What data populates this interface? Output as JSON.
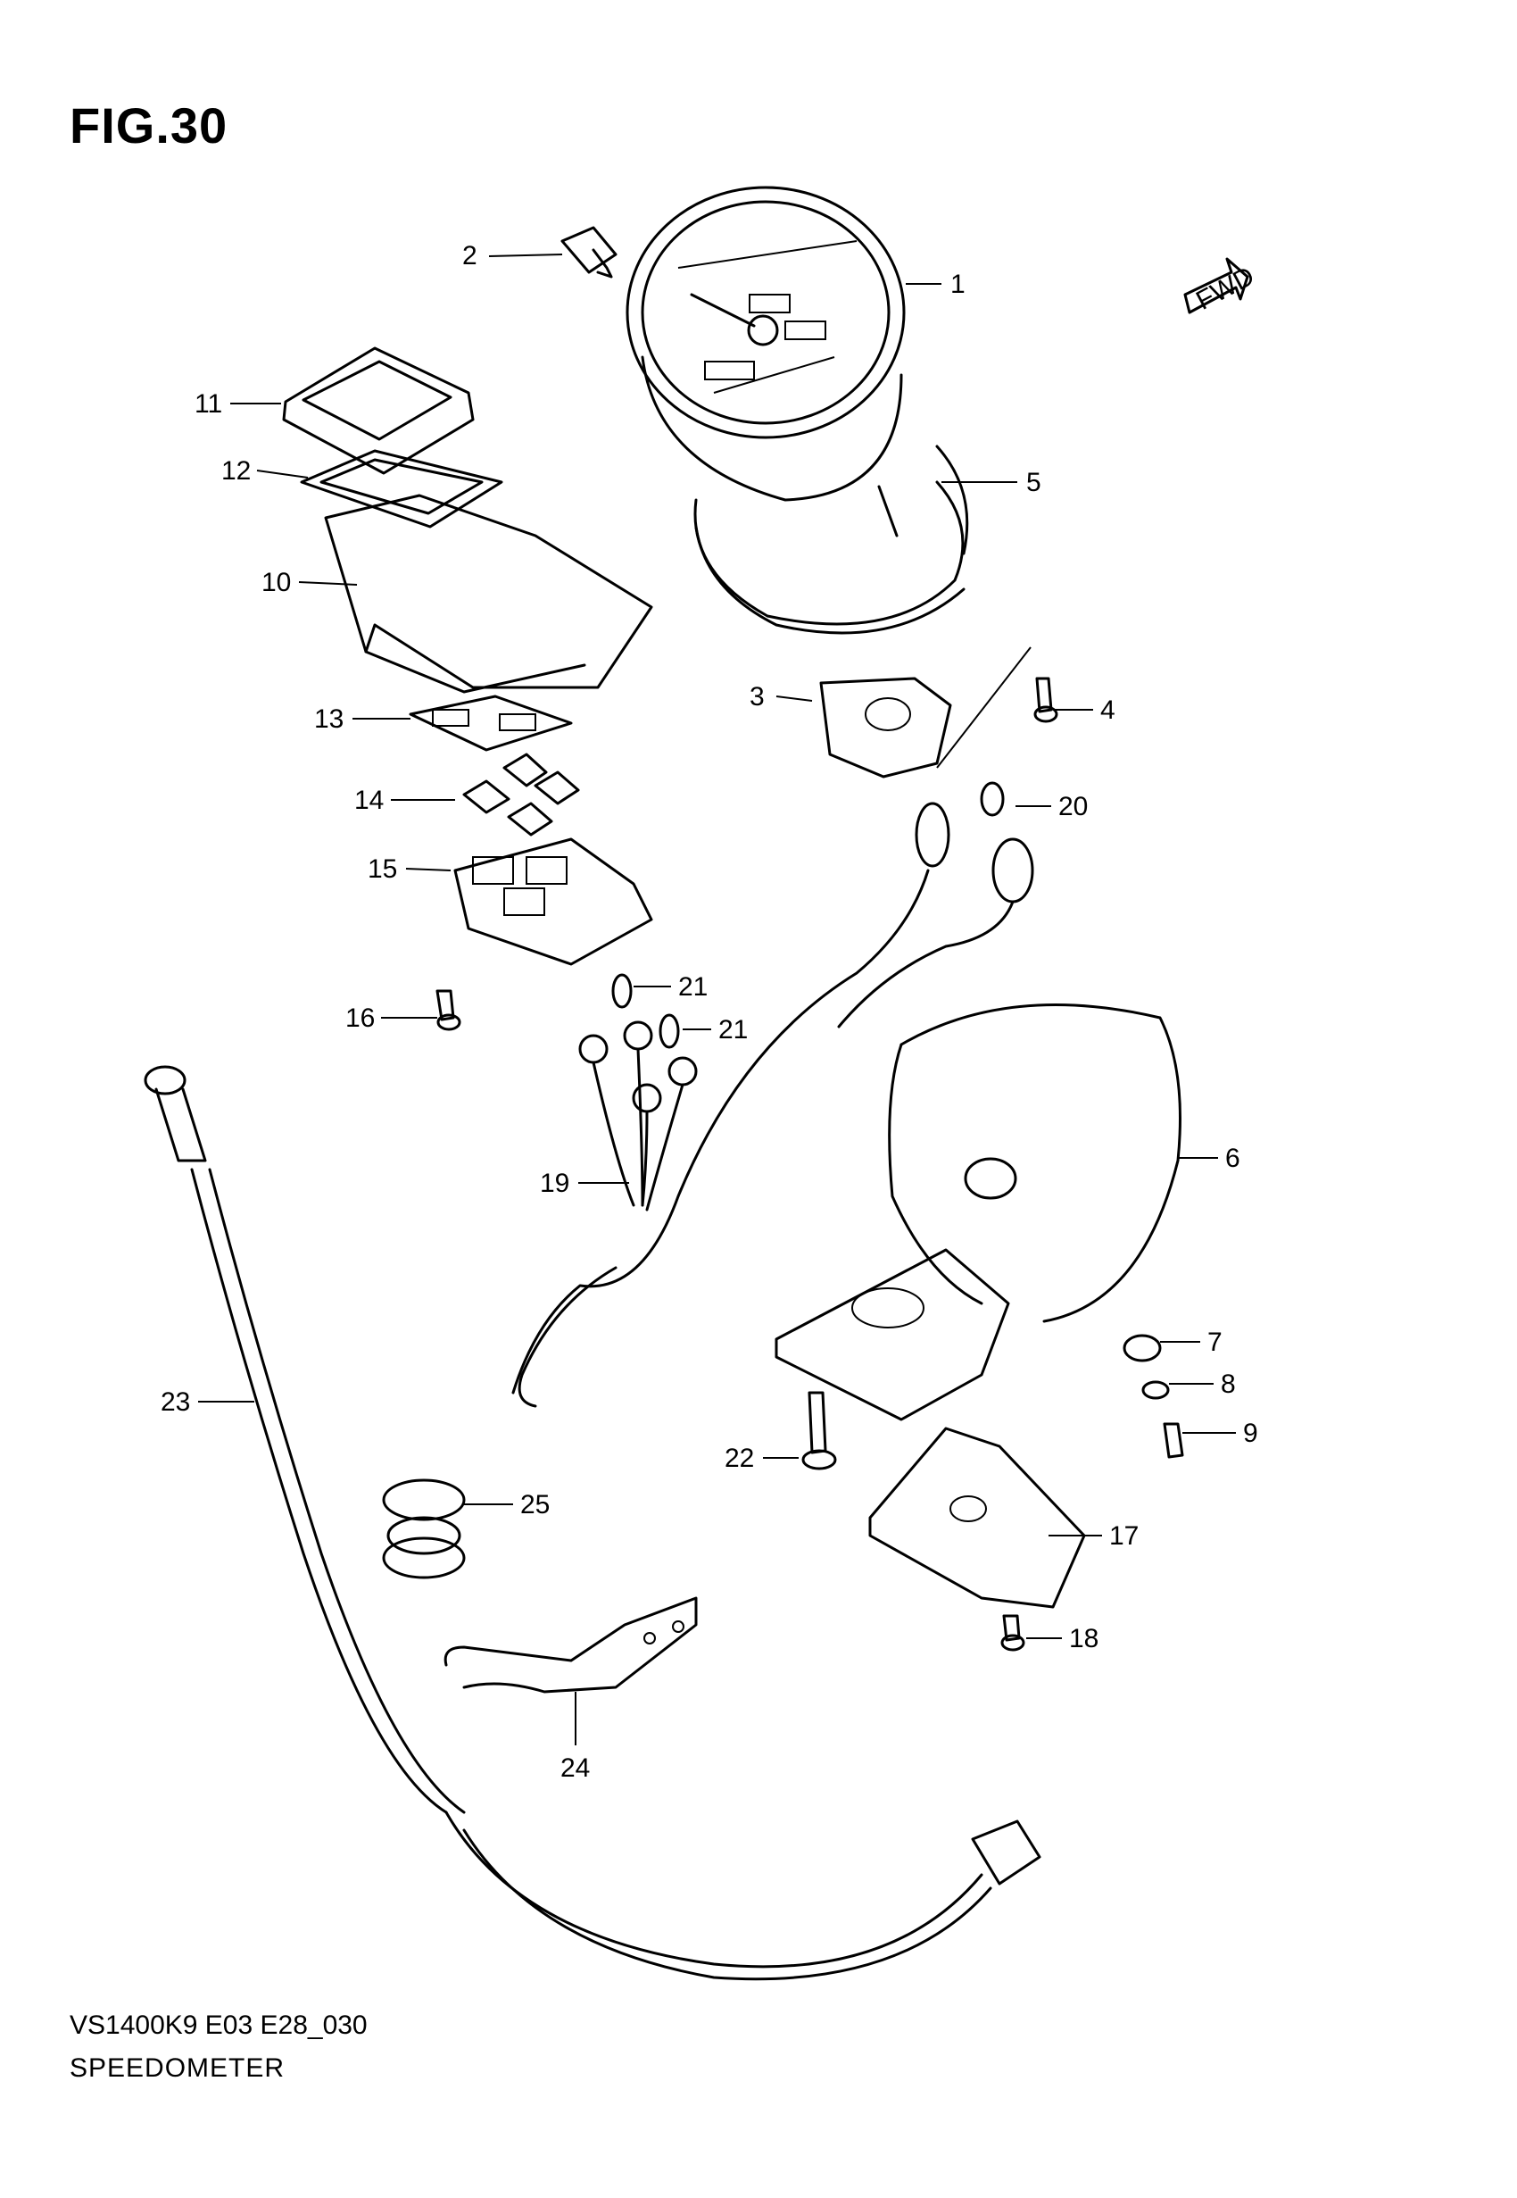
{
  "figure": {
    "title": "FIG.30",
    "direction_marker": "FWD",
    "model_code": "VS1400K9 E03 E28_030",
    "section_name": "SPEEDOMETER"
  },
  "callouts": [
    {
      "id": "c1",
      "label": "1"
    },
    {
      "id": "c2",
      "label": "2"
    },
    {
      "id": "c3",
      "label": "3"
    },
    {
      "id": "c4",
      "label": "4"
    },
    {
      "id": "c5",
      "label": "5"
    },
    {
      "id": "c6",
      "label": "6"
    },
    {
      "id": "c7",
      "label": "7"
    },
    {
      "id": "c8",
      "label": "8"
    },
    {
      "id": "c9",
      "label": "9"
    },
    {
      "id": "c10",
      "label": "10"
    },
    {
      "id": "c11",
      "label": "11"
    },
    {
      "id": "c12",
      "label": "12"
    },
    {
      "id": "c13",
      "label": "13"
    },
    {
      "id": "c14",
      "label": "14"
    },
    {
      "id": "c15",
      "label": "15"
    },
    {
      "id": "c16",
      "label": "16"
    },
    {
      "id": "c17",
      "label": "17"
    },
    {
      "id": "c18",
      "label": "18"
    },
    {
      "id": "c19",
      "label": "19"
    },
    {
      "id": "c20",
      "label": "20"
    },
    {
      "id": "c21a",
      "label": "21"
    },
    {
      "id": "c21b",
      "label": "21"
    },
    {
      "id": "c22",
      "label": "22"
    },
    {
      "id": "c23",
      "label": "23"
    },
    {
      "id": "c24",
      "label": "24"
    },
    {
      "id": "c25",
      "label": "25"
    }
  ]
}
